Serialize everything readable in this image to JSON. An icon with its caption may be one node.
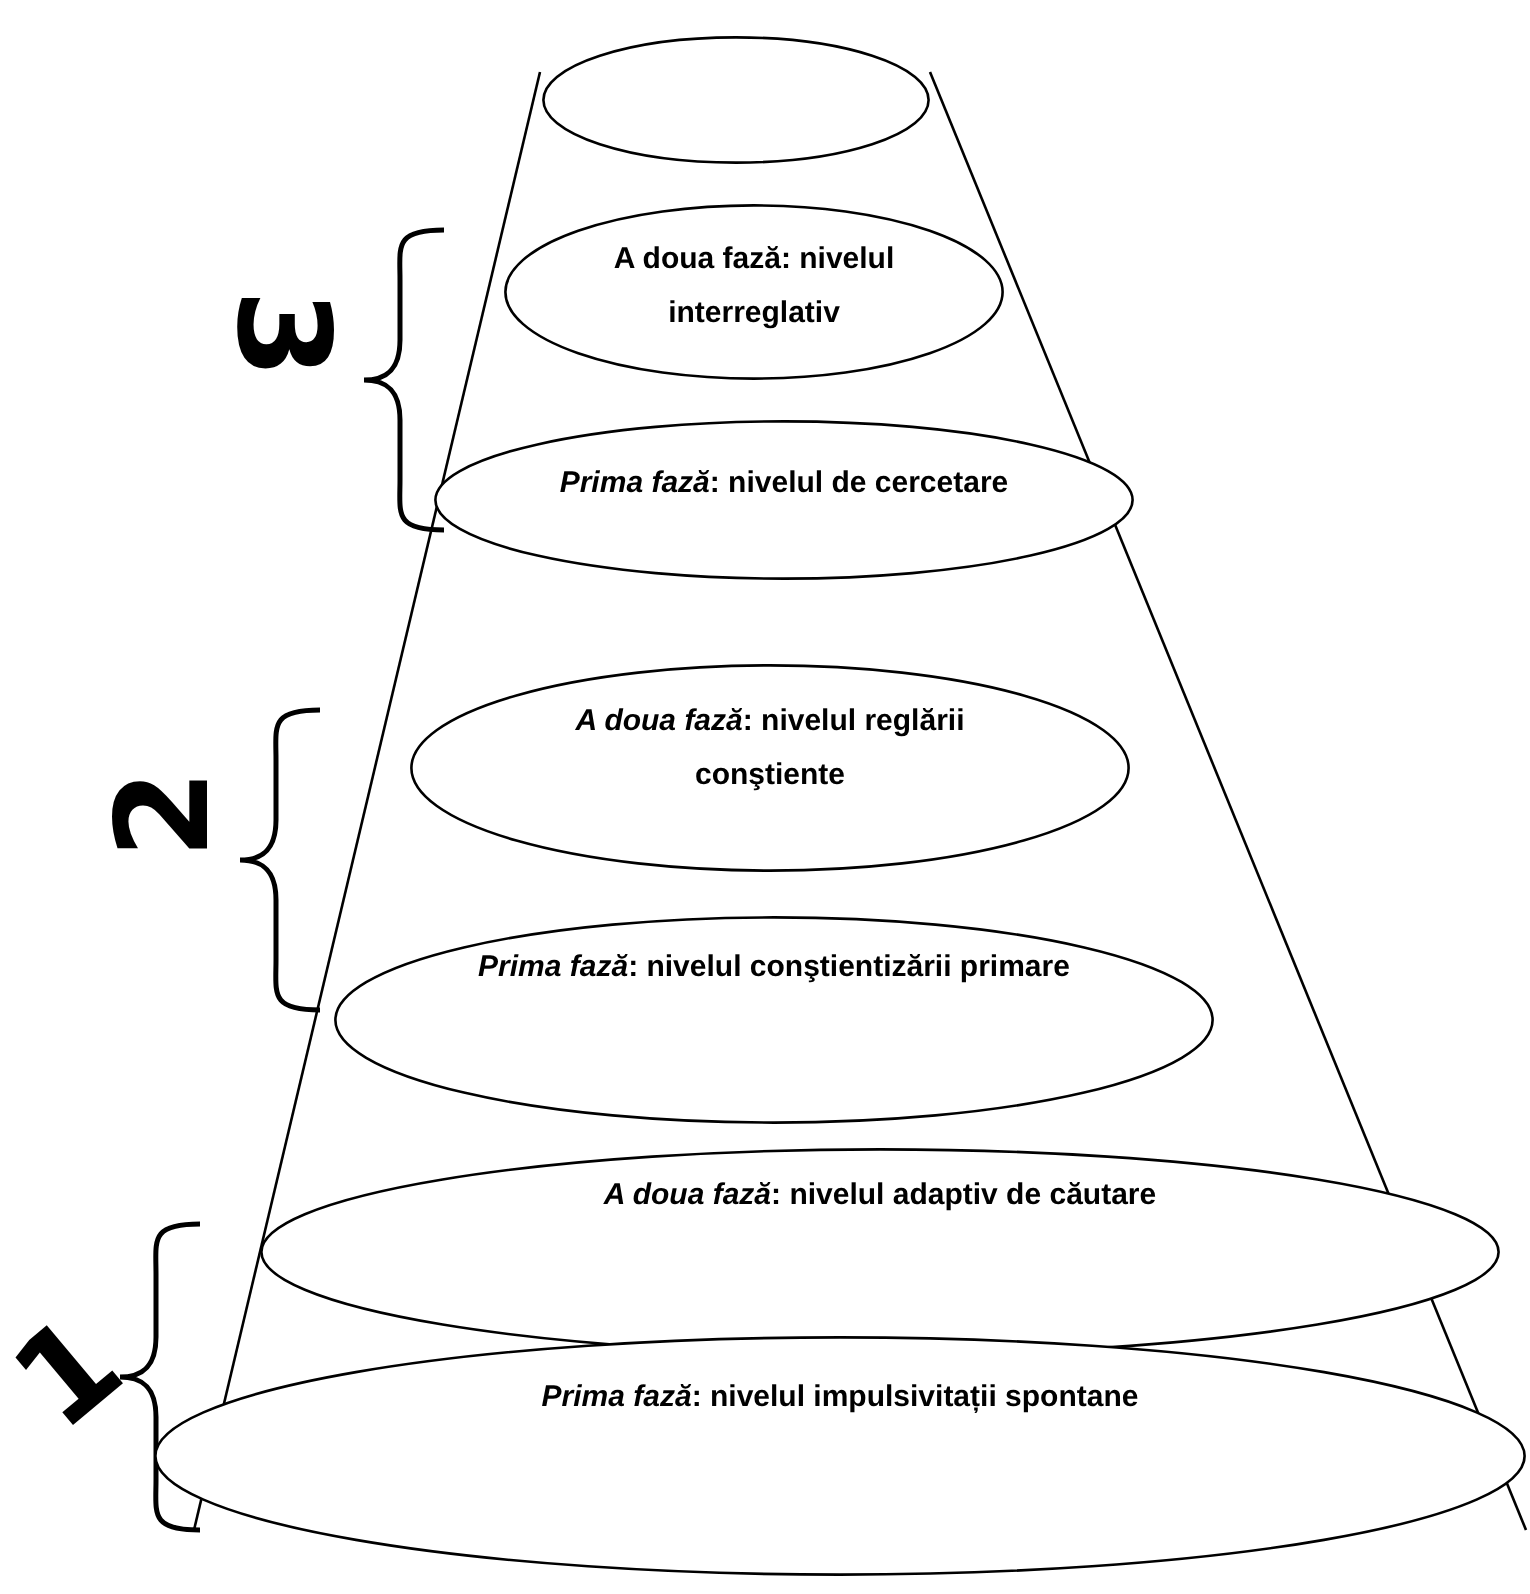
{
  "diagram": {
    "nodes": [
      {
        "text": [],
        "shape": "ellipse"
      },
      {
        "text": [
          "A doua fază: nivelul interreglativ"
        ]
      },
      {
        "text": [
          "*Prima fază*: nivelul de cercetare"
        ]
      },
      {
        "text": [
          "*A doua fază*: nivelul reglării conştiente"
        ]
      },
      {
        "text": [
          "*Prima fază*: nivelul conştientizării primare"
        ]
      },
      {
        "text": [
          "*A doua fază*: nivelul adaptiv de căutare"
        ]
      },
      {
        "text": [
          "*Prima fază*: nivelul impulsivitații spontane"
        ]
      }
    ],
    "edges": [],
    "labels": [
      "3",
      "2",
      "1"
    ]
  }
}
